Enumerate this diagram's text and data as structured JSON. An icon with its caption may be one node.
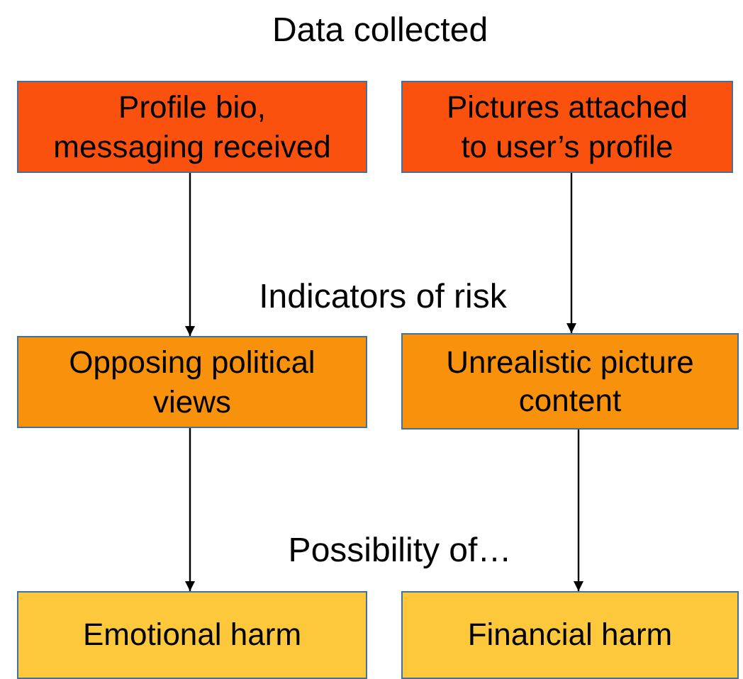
{
  "diagram": {
    "nodes": [
      {
        "text": [
          "Profile bio, messaging received"
        ]
      },
      {
        "text": [
          "Pictures attached to user’s profile"
        ]
      },
      {
        "text": [
          "Opposing political views"
        ]
      },
      {
        "text": [
          "Unrealistic picture content"
        ]
      },
      {
        "text": [
          "Emotional harm"
        ]
      },
      {
        "text": [
          "Financial harm"
        ]
      }
    ],
    "edges": [
      {
        "from": 0,
        "to": 2,
        "arrow": "to"
      },
      {
        "from": 1,
        "to": 3,
        "arrow": "to"
      },
      {
        "from": 2,
        "to": 4,
        "arrow": "to"
      },
      {
        "from": 3,
        "to": 5,
        "arrow": "to"
      }
    ],
    "labels": [
      "Data collected",
      "Indicators of risk",
      "Possibility of…"
    ]
  }
}
